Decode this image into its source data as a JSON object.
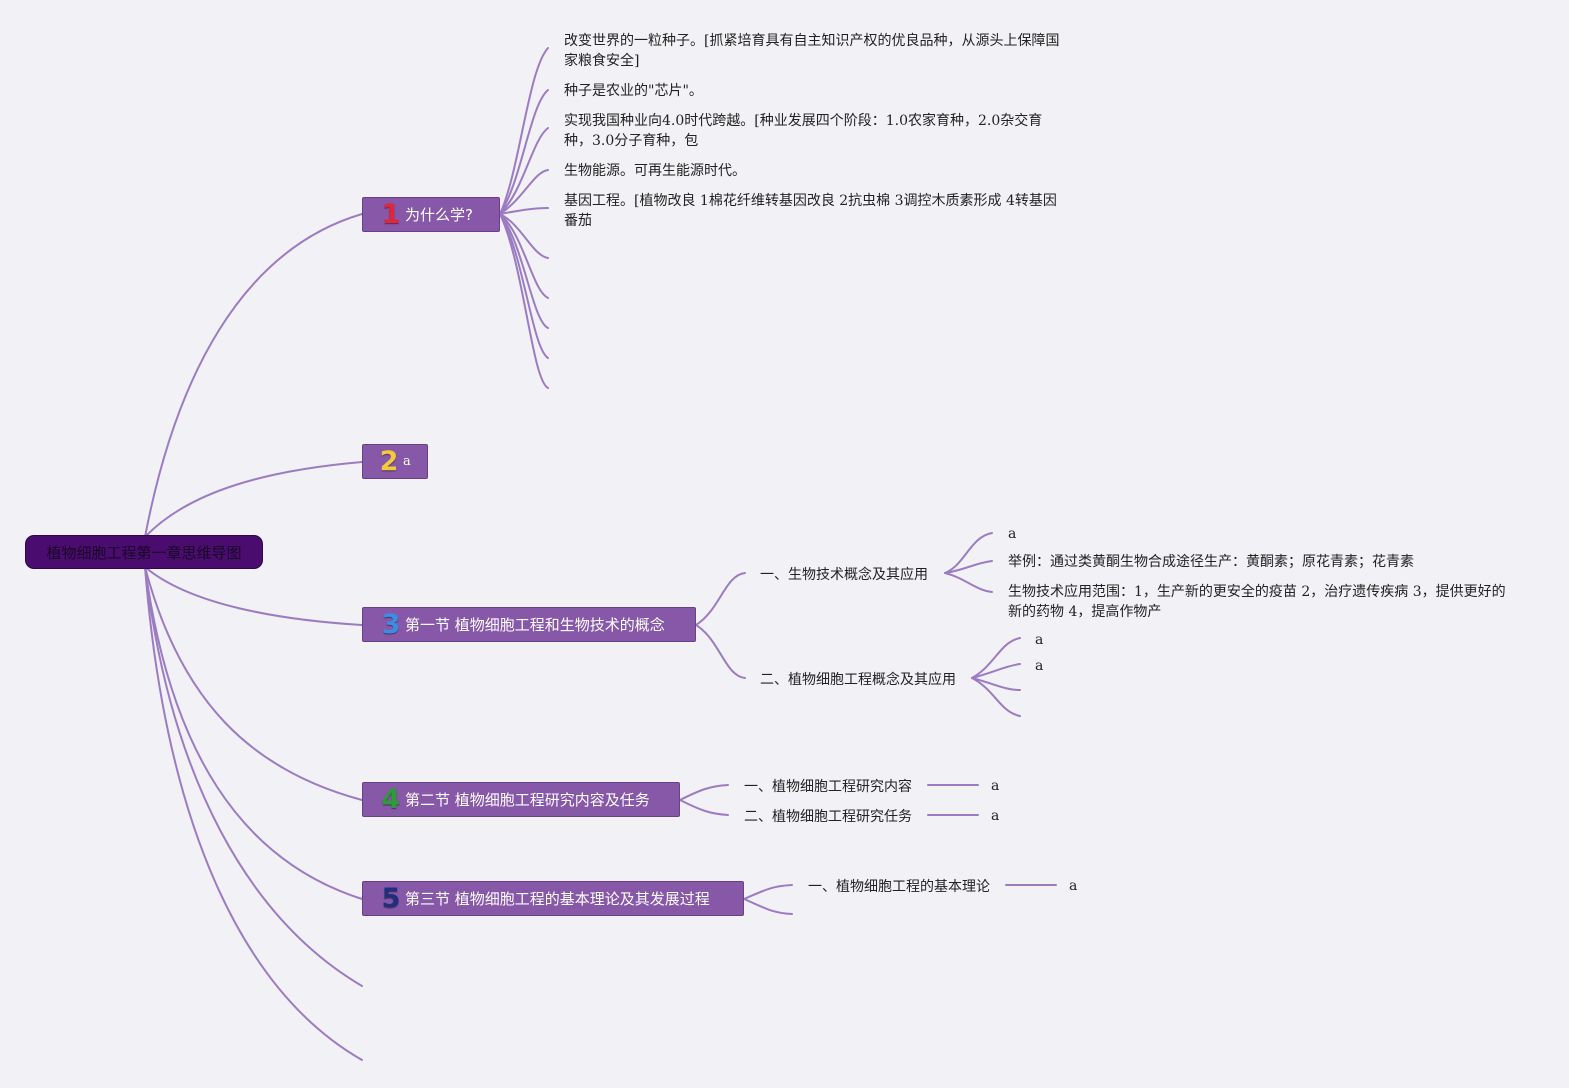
{
  "root": {
    "title": "植物细胞工程第一章思维导图"
  },
  "branches": [
    {
      "number": "1",
      "number_color": "#e0263a",
      "label": "为什么学?",
      "leaves": [
        "改变世界的一粒种子。[抓紧培育具有自主知识产权的优良品种，从源头上保障国家粮食安全]",
        "种子是农业的\"芯片\"。",
        "实现我国种业向4.0时代跨越。[种业发展四个阶段：1.0农家育种，2.0杂交育种，3.0分子育种，包",
        "生物能源。可再生能源时代。",
        "基因工程。[植物改良 1棉花纤维转基因改良 2抗虫棉 3调控木质素形成 4转基因番茄"
      ]
    },
    {
      "number": "2",
      "number_color": "#f3c93f",
      "label": "a"
    },
    {
      "number": "3",
      "number_color": "#3a8ee6",
      "label": "第一节 植物细胞工程和生物技术的概念",
      "children": [
        {
          "label": "一、生物技术概念及其应用",
          "leaves": [
            "a",
            "举例：通过类黄酮生物合成途径生产：黄酮素；原花青素；花青素",
            "生物技术应用范围：1，生产新的更安全的疫苗 2，治疗遗传疾病 3，提供更好的新的药物 4，提高作物产"
          ]
        },
        {
          "label": "二、植物细胞工程概念及其应用",
          "leaves": [
            "a",
            "a"
          ]
        }
      ]
    },
    {
      "number": "4",
      "number_color": "#2e9a3c",
      "label": "第二节 植物细胞工程研究内容及任务",
      "children": [
        {
          "label": "一、植物细胞工程研究内容",
          "leaves": [
            "a"
          ]
        },
        {
          "label": "二、植物细胞工程研究任务",
          "leaves": [
            "a"
          ]
        }
      ]
    },
    {
      "number": "5",
      "number_color": "#1f2f7a",
      "label": "第三节 植物细胞工程的基本理论及其发展过程",
      "children": [
        {
          "label": "一、植物细胞工程的基本理论",
          "leaves": [
            "a"
          ]
        }
      ]
    }
  ]
}
